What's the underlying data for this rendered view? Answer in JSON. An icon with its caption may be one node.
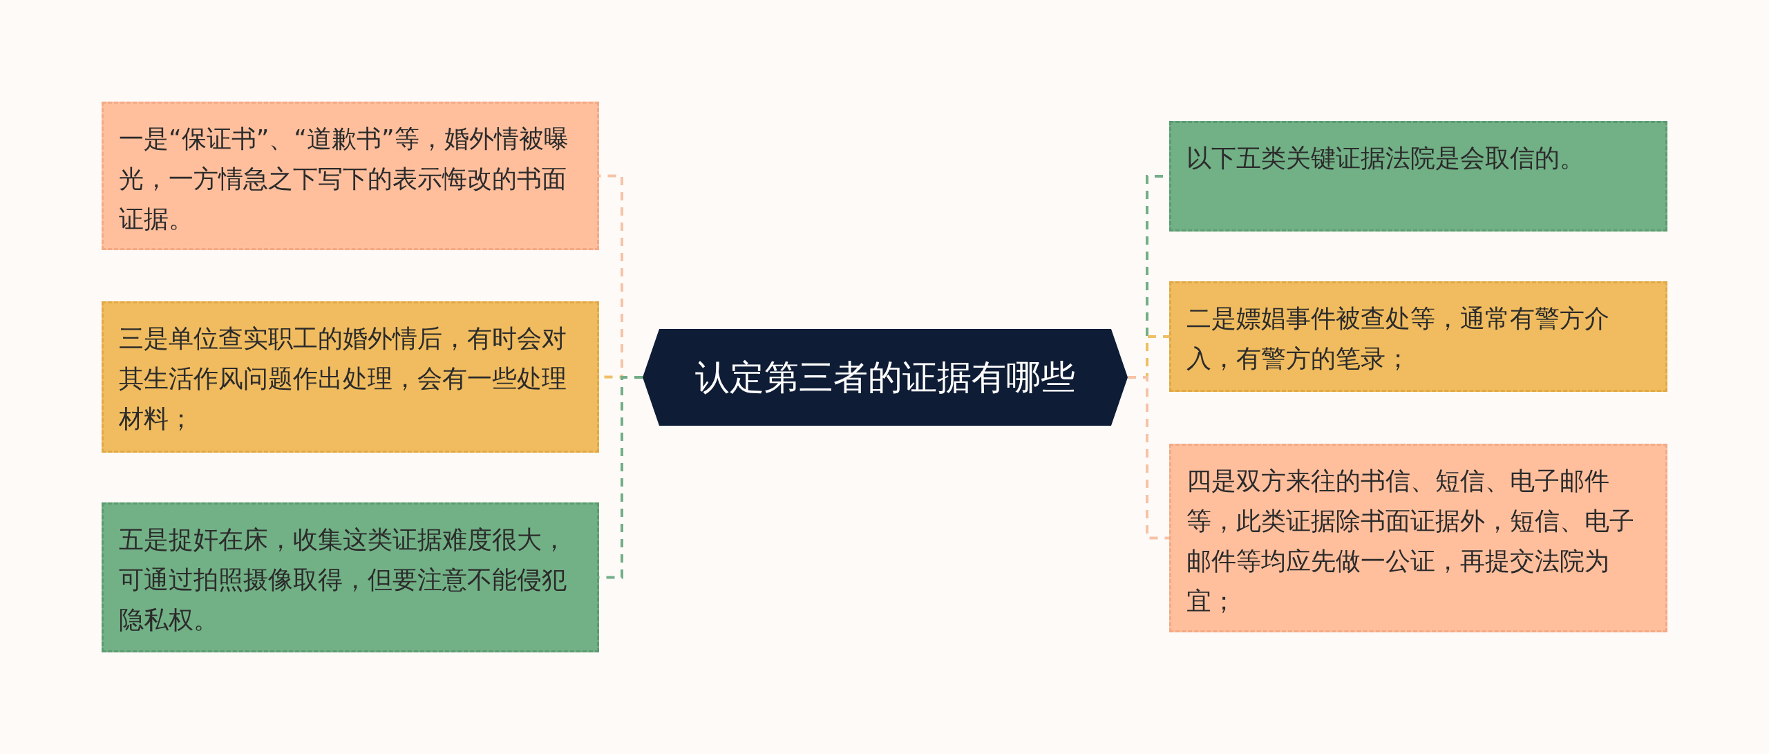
{
  "diagram": {
    "nodes": [
      {
        "text": [
          "认定第三者的证据有哪些"
        ]
      },
      {
        "text": [
          "一是“保证书”、“道歉书”等，婚外情被曝光，一方情急之下写下的表示悔改的书面证据。"
        ]
      },
      {
        "text": [
          "三是单位查实职工的婚外情后，有时会对其生活作风问题作出处理，会有一些处理材料；"
        ]
      },
      {
        "text": [
          "五是捉奸在床，收集这类证据难度很大，可通过拍照摄像取得，但要注意不能侵犯隐私权。"
        ]
      },
      {
        "text": [
          "以下五类关键证据法院是会取信的。"
        ]
      },
      {
        "text": [
          "二是嫖娼事件被查处等，通常有警方介入，有警方的笔录；"
        ]
      },
      {
        "text": [
          "四是双方来往的书信、短信、电子邮件等，此类证据除书面证据外，短信、电子邮件等均应先做一公证，再提交法院为宜；"
        ]
      }
    ],
    "edges": [
      {
        "from": 0,
        "to": 1,
        "arrow": "none",
        "style": "dashed",
        "color": "#f6c3a6"
      },
      {
        "from": 0,
        "to": 2,
        "arrow": "none",
        "style": "dashed",
        "color": "#efbf66"
      },
      {
        "from": 0,
        "to": 3,
        "arrow": "none",
        "style": "dashed",
        "color": "#72ae87"
      },
      {
        "from": 0,
        "to": 4,
        "arrow": "none",
        "style": "dashed",
        "color": "#72ae87"
      },
      {
        "from": 0,
        "to": 5,
        "arrow": "none",
        "style": "dashed",
        "color": "#efbf66"
      },
      {
        "from": 0,
        "to": 6,
        "arrow": "none",
        "style": "dashed",
        "color": "#f6c3a6"
      }
    ]
  }
}
